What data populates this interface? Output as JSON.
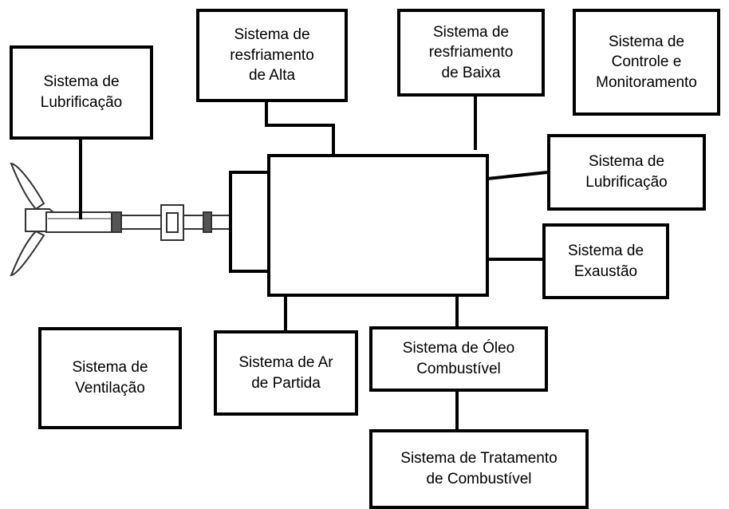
{
  "boxes": {
    "lub_left": "Sistema de\nLubrificação",
    "cool_high": "Sistema de\nresfriamento\nde Alta",
    "cool_low": "Sistema de\nresfriamento\nde Baixa",
    "control": "Sistema de\nControle e\nMonitoramento",
    "lub_right": "Sistema de\nLubrificação",
    "exhaust": "Sistema de\nExaustão",
    "ventilation": "Sistema de\nVentilação",
    "start_air": "Sistema de Ar\nde Partida",
    "fuel_oil": "Sistema de Óleo\nCombustível",
    "fuel_treatment": "Sistema de Tratamento\nde Combustível"
  }
}
